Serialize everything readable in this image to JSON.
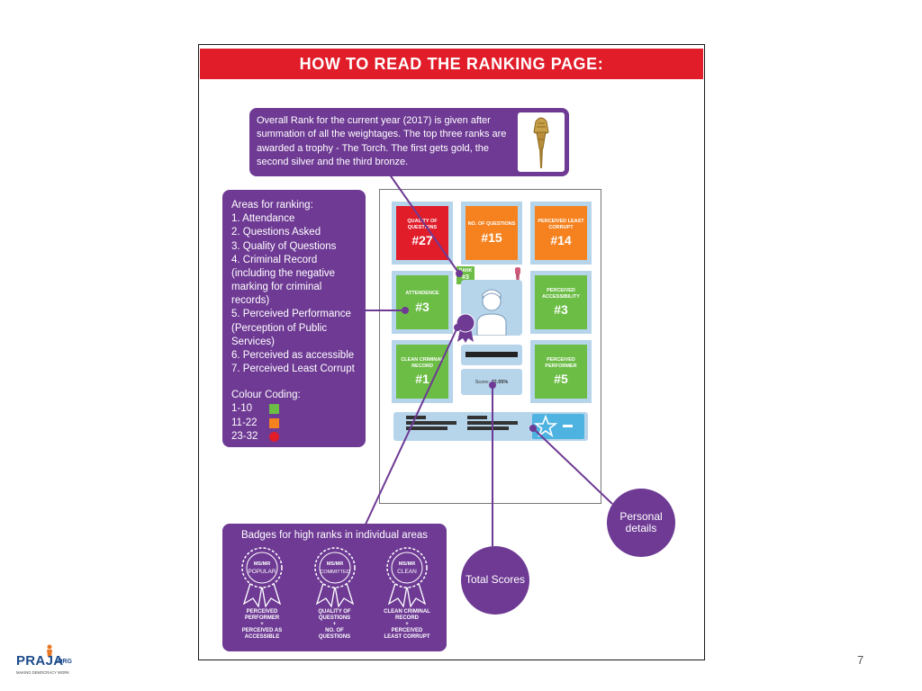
{
  "header": {
    "title": "HOW TO READ THE RANKING PAGE:"
  },
  "overall_rank_note": "Overall Rank for the current year (2017) is given after summation of all the weightages. The top three ranks are awarded a trophy - The Torch. The first gets gold, the second  silver and the third bronze.",
  "areas": {
    "title": "Areas for ranking:",
    "items": [
      "1. Attendance",
      "2. Questions Asked",
      "3. Quality of Questions",
      "4. Criminal Record (including the negative marking for criminal records)",
      "5. Perceived Performance (Perception of Public Services)",
      "6. Perceived as accessible",
      "7. Perceived Least Corrupt"
    ]
  },
  "colour_coding": {
    "title": "Colour Coding:",
    "ranges": [
      {
        "label": "1-10",
        "color": "#6cbd45"
      },
      {
        "label": "11-22",
        "color": "#f5821f"
      },
      {
        "label": "23-32",
        "color": "#e11d2a"
      }
    ]
  },
  "tiles": [
    {
      "label": "QUALITY OF QUESTIONS",
      "value": "#27",
      "color": "red"
    },
    {
      "label": "NO. OF QUESTIONS",
      "value": "#15",
      "color": "orange"
    },
    {
      "label": "PERCEIVED LEAST CORRUPT",
      "value": "#14",
      "color": "orange"
    },
    {
      "label": "ATTENDENCE",
      "value": "#3",
      "color": "green"
    },
    {
      "label": "PERCEIVED ACCESSIBILITY",
      "value": "#3",
      "color": "green"
    },
    {
      "label": "CLEAN CRIMINAL RECORD",
      "value": "#1",
      "color": "green"
    },
    {
      "label": "PERCEIVED PERFORMER",
      "value": "#5",
      "color": "green"
    }
  ],
  "overall_badge": {
    "label": "RANK",
    "value": "#3"
  },
  "score": {
    "label": "Score:",
    "value": "72.05%"
  },
  "badges": {
    "title": "Badges for high ranks in individual areas",
    "items": [
      {
        "prefix": "MS/MR",
        "name": "POPULAR",
        "lines": [
          "PERCEIVED",
          "PERFORMER",
          "+",
          "PERCEIVED AS",
          "ACCESSIBLE"
        ]
      },
      {
        "prefix": "MS/MR",
        "name": "COMMITTED",
        "lines": [
          "QUALITY OF",
          "QUESTIONS",
          "+",
          "NO. OF",
          "QUESTIONS"
        ]
      },
      {
        "prefix": "MS/MR",
        "name": "CLEAN",
        "lines": [
          "CLEAN  CRIMINAL",
          "RECORD",
          "+",
          "PERCEIVED",
          "LEAST CORRUPT"
        ]
      }
    ]
  },
  "bubbles": {
    "personal": "Personal details",
    "total": "Total Scores"
  },
  "logo": {
    "name": "PRAJA",
    "suffix": ".ORG",
    "tagline": "MAKING DEMOCRACY WORK"
  },
  "page_number": "7",
  "colors": {
    "purple": "#6e3a94",
    "red": "#e11d2a",
    "light_blue": "#b6d4ea"
  }
}
